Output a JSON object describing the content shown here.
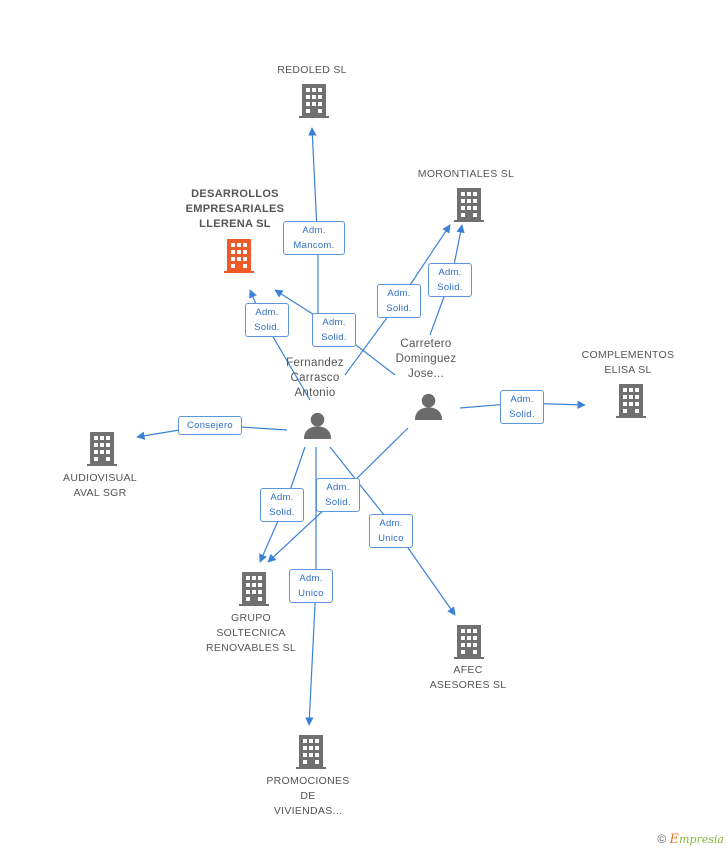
{
  "colors": {
    "edge": "#3b82d6",
    "building": "#707070",
    "focus": "#f05a28",
    "person": "#6b6b6b"
  },
  "nodes": {
    "redoled": {
      "label": "REDOLED SL",
      "icon": "building-icon"
    },
    "morontiales": {
      "label": "MORONTIALES SL",
      "icon": "building-icon"
    },
    "desarrollos": {
      "label": [
        "DESARROLLOS",
        "EMPRESARIALES",
        "LLERENA SL"
      ],
      "icon": "building-icon"
    },
    "complementos": {
      "label": [
        "COMPLEMENTOS",
        "ELISA SL"
      ],
      "icon": "building-icon"
    },
    "audiovisual": {
      "label": [
        "AUDIOVISUAL",
        "AVAL SGR"
      ],
      "icon": "building-icon"
    },
    "grupo": {
      "label": [
        "GRUPO",
        "SOLTECNICA",
        "RENOVABLES SL"
      ],
      "icon": "building-icon"
    },
    "afec": {
      "label": [
        "AFEC",
        "ASESORES SL"
      ],
      "icon": "building-icon"
    },
    "promociones": {
      "label": [
        "PROMOCIONES",
        "DE",
        "VIVIENDAS..."
      ],
      "icon": "building-icon"
    }
  },
  "persons": {
    "fernandez": {
      "label": [
        "Fernandez",
        "Carrasco",
        "Antonio"
      ],
      "icon": "person-icon"
    },
    "carretero": {
      "label": [
        "Carretero",
        "Dominguez",
        "Jose..."
      ],
      "icon": "person-icon"
    }
  },
  "edges": {
    "fer_redoled": [
      "Adm.",
      "Mancom."
    ],
    "fer_desarrollos": [
      "Adm.",
      "Solid."
    ],
    "car_desarrollos": [
      "Adm.",
      "Solid."
    ],
    "fer_morontiales": [
      "Adm.",
      "Solid."
    ],
    "car_morontiales": [
      "Adm.",
      "Solid."
    ],
    "car_complementos": [
      "Adm.",
      "Solid."
    ],
    "fer_audiovisual": [
      "Consejero"
    ],
    "fer_grupo": [
      "Adm.",
      "Solid."
    ],
    "car_grupo": [
      "Adm.",
      "Solid."
    ],
    "fer_promociones": [
      "Adm.",
      "Unico"
    ],
    "fer_afec": [
      "Adm.",
      "Unico"
    ]
  },
  "footer": {
    "copyright": "©",
    "brand_initial": "E",
    "brand_rest": "mpresia"
  }
}
